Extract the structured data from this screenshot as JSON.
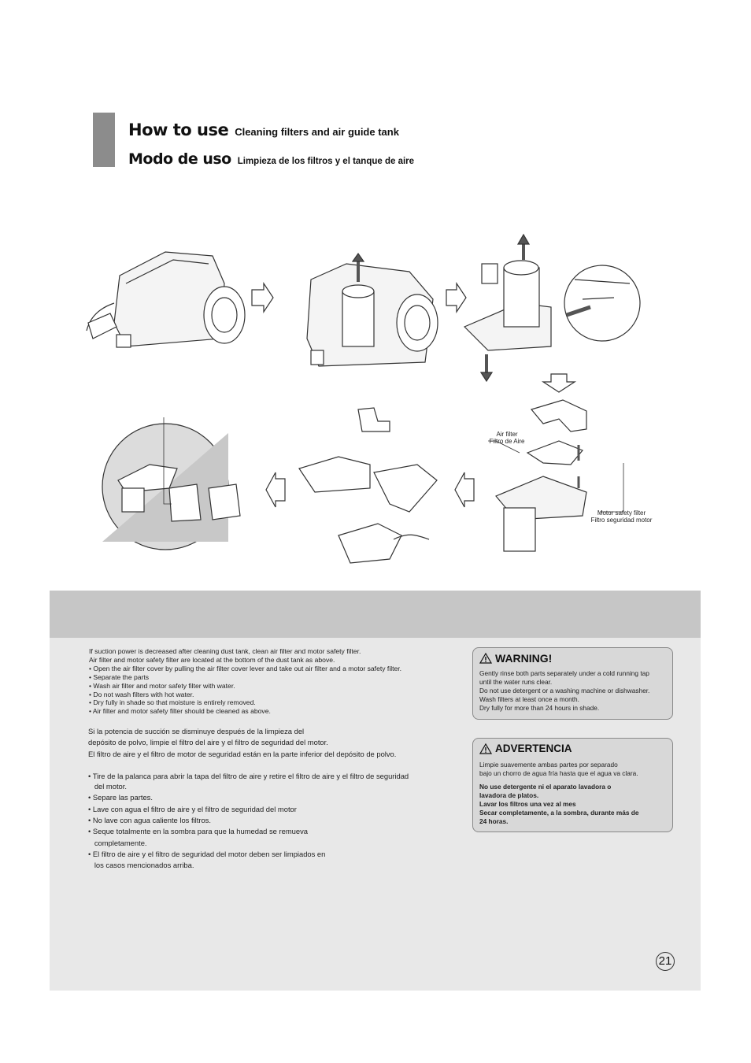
{
  "header": {
    "title_en": "How to use",
    "subtitle_en": "Cleaning filters and air guide tank",
    "title_es": "Modo de uso",
    "subtitle_es": "Limpieza de los filtros y el tanque de aire"
  },
  "figure_labels": {
    "air_filter_en": "Air filter",
    "air_filter_es": "Filtro de Aire",
    "motor_filter_en": "Motor safety filter",
    "motor_filter_es": "Filtro seguridad motor"
  },
  "english": {
    "lines": [
      "If suction power is decreased after cleaning dust tank, clean air filter and motor safety filter.",
      "Air filter and motor safety filter are located at the bottom of the dust tank as above.",
      "• Open the air filter cover by pulling the air filter cover lever and take out air filter and a motor safety filter.",
      "• Separate the parts",
      "• Wash air filter and motor safety filter with water.",
      "• Do not wash filters with hot water.",
      "• Dry fully in shade so that moisture is entirely removed.",
      "• Air filter and motor safety filter should be cleaned as above."
    ]
  },
  "spanish": {
    "intro": [
      "Si la potencia de succión se disminuye después de la limpieza del",
      "depósito de polvo, limpie el filtro del aire y el filtro de seguridad del motor.",
      "El filtro de aire y el filtro de motor de seguridad están en la parte inferior del depósito de polvo."
    ],
    "bullets": [
      "• Tire de la palanca para abrir la tapa del filtro de aire y retire el filtro de aire y el filtro de seguridad",
      "   del motor.",
      "• Separe las partes.",
      "• Lave con agua el filtro de aire y el filtro de seguridad del motor",
      "• No lave con agua caliente los filtros.",
      "• Seque totalmente en la sombra para que la humedad se remueva",
      "   completamente.",
      "• El filtro de aire y el filtro de seguridad del motor deben ser limpiados en",
      "   los casos mencionados arriba."
    ]
  },
  "warning": {
    "title": "WARNING!",
    "lines": [
      "Gently rinse both parts separately under a cold running tap",
      "until the water runs clear.",
      "Do not use detergent or a washing machine or dishwasher.",
      "Wash filters at least once a month.",
      "Dry fully for more than 24 hours in shade."
    ]
  },
  "advertencia": {
    "title": "ADVERTENCIA",
    "lines": [
      "Limpie suavemente ambas partes por separado",
      "bajo un chorro de agua fría hasta que el agua va clara."
    ],
    "bold_lines": [
      "No use detergente ni el aparato lavadora o",
      "lavadora de platos.",
      "Lavar los filtros una vez al mes",
      "Secar completamente, a la sombra, durante más de",
      "24 horas."
    ]
  },
  "page_number": "21"
}
